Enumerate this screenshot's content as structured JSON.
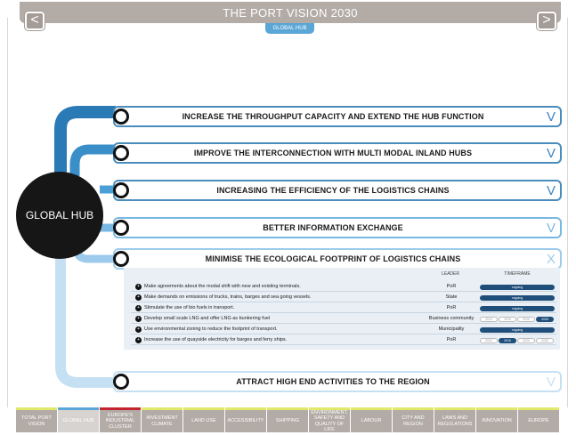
{
  "header": {
    "title": "THE PORT VISION 2030",
    "prev_icon": "<",
    "next_icon": ">",
    "subtab": "GLOBAL HUB"
  },
  "hub": {
    "label": "GLOBAL HUB"
  },
  "topics": [
    {
      "label": "INCREASE THE THROUGHPUT CAPACITY AND EXTEND THE HUB FUNCTION",
      "toggle": "V"
    },
    {
      "label": "IMPROVE THE INTERCONNECTION WITH MULTI MODAL INLAND HUBS",
      "toggle": "V"
    },
    {
      "label": "INCREASING THE EFFICIENCY OF THE LOGISTICS CHAINS",
      "toggle": "V"
    },
    {
      "label": "BETTER INFORMATION EXCHANGE",
      "toggle": "V"
    },
    {
      "label": "MINIMISE THE ECOLOGICAL FOOTPRINT OF LOGISTICS CHAINS",
      "toggle": "X"
    },
    {
      "label": "ATTRACT HIGH END ACTIVITIES TO THE REGION",
      "toggle": "V"
    }
  ],
  "detail": {
    "col_leader": "LEADER",
    "col_timeframe": "TIMEFRAME",
    "rows": [
      {
        "text": "Make agreements about the modal shift with new and existing terminals.",
        "leader": "PoR",
        "timeframe": "ongoing"
      },
      {
        "text": "Make demands on emissions of trucks, trains, barges and sea going vessels.",
        "leader": "State",
        "timeframe": "ongoing"
      },
      {
        "text": "Stimulate the use of bio fuels in transport.",
        "leader": "PoR",
        "timeframe": "ongoing"
      },
      {
        "text": "Develop small scale LNG and offer LNG as bunkering fuel",
        "leader": "Business community",
        "timeframe": [
          "2010",
          "2015",
          "2020",
          "2030"
        ]
      },
      {
        "text": "Use environmental zoning to reduce the footprint of transport.",
        "leader": "Municipality",
        "timeframe": "ongoing"
      },
      {
        "text": "Increase the use of quayside electricity for barges and ferry ships.",
        "leader": "PoR",
        "timeframe": [
          "2010",
          "2015",
          "2020",
          "2030"
        ]
      }
    ]
  },
  "tabs": [
    "TOTAL PORT VISION",
    "GLOBAL HUB",
    "EUROPE'S INDUSTRIAL CLUSTER",
    "INVESTMENT CLIMATE",
    "LAND USE",
    "ACCESSIBILITY",
    "SHIPPING",
    "ENVIRONMENT, SAFETY AND QUALITY OF LIFE",
    "LABOUR",
    "CITY AND REGION",
    "LAWS AND REGULATIONS",
    "INNOVATION",
    "EUROPE"
  ],
  "colors": {
    "accent": "#4a8dbd",
    "header": "#b2aba6",
    "timeline": "#1f4e7a",
    "tab_highlight": "#e2e86a"
  }
}
